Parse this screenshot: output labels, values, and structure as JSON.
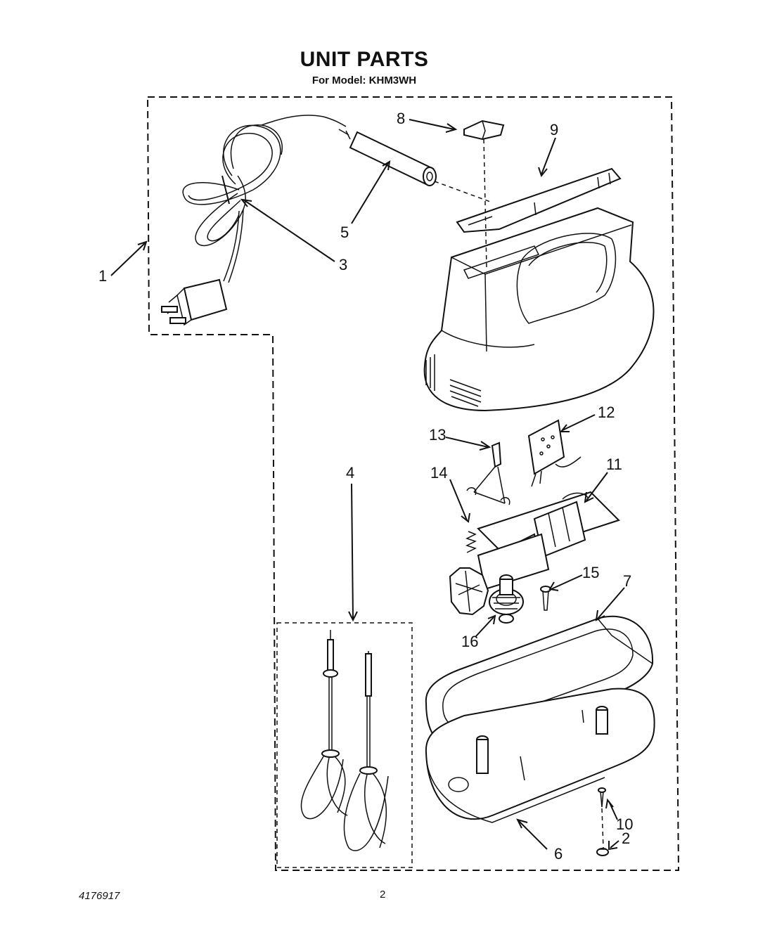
{
  "header": {
    "title": "UNIT PARTS",
    "subtitle": "For Model: KHM3WH"
  },
  "callouts": {
    "c1": "1",
    "c2": "2",
    "c3": "3",
    "c4": "4",
    "c5": "5",
    "c6": "6",
    "c7": "7",
    "c8": "8",
    "c9": "9",
    "c10": "10",
    "c11": "11",
    "c12": "12",
    "c13": "13",
    "c14": "14",
    "c15": "15",
    "c16": "16"
  },
  "footer": {
    "doc_number": "4176917",
    "page_number": "2"
  }
}
